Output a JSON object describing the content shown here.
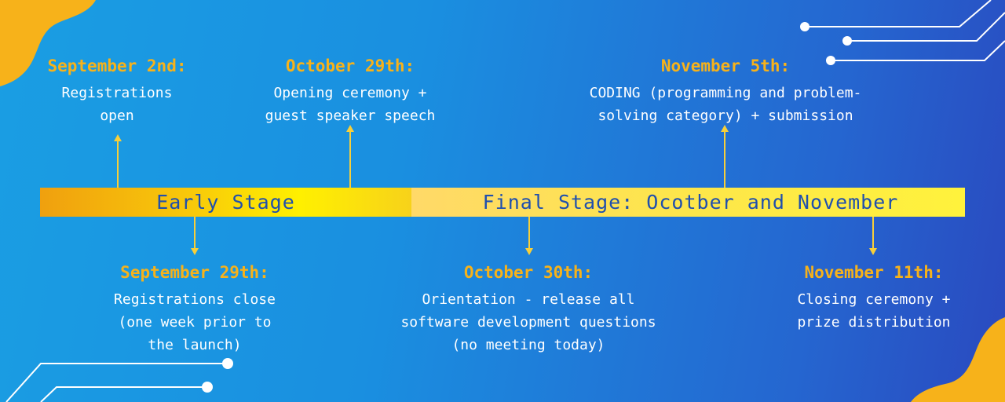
{
  "stages": {
    "early": "Early Stage",
    "final": "Final Stage: Ocotber and November"
  },
  "events": [
    {
      "date": "September 2nd:",
      "description": "Registrations\nopen"
    },
    {
      "date": "October 29th:",
      "description": "Opening ceremony +\nguest speaker speech"
    },
    {
      "date": "November 5th:",
      "description": "CODING (programming and problem-\nsolving category) + submission"
    },
    {
      "date": "September 29th:",
      "description": "Registrations close\n(one week prior to\nthe launch)"
    },
    {
      "date": "October 30th:",
      "description": "Orientation - release all\nsoftware development questions\n(no meeting today)"
    },
    {
      "date": "November 11th:",
      "description": "Closing ceremony +\nprize distribution"
    }
  ],
  "colors": {
    "date_text": "#f7b21a",
    "stage_text": "#1f4fae",
    "background_start": "#1a9ee3",
    "background_end": "#2a49bf",
    "accent_blob": "#f7b21a"
  }
}
